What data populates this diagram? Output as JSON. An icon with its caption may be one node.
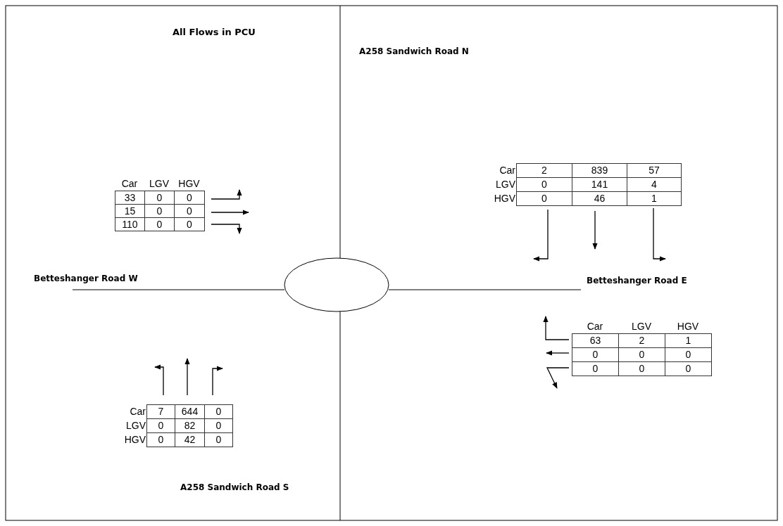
{
  "diagram": {
    "title": "All Flows in PCU",
    "nodes": [
      {
        "text": [],
        "shape": "circle"
      }
    ],
    "labels": [
      "A258 Sandwich Road N",
      "Car",
      "LGV",
      "HGV",
      "33",
      "0",
      "0",
      "15",
      "0",
      "0",
      "110",
      "0",
      "0",
      "Car",
      "2",
      "839",
      "57",
      "LGV",
      "0",
      "141",
      "4",
      "HGV",
      "0",
      "46",
      "1",
      "Betteshanger Road W",
      "Betteshanger Road E",
      "Car",
      "LGV",
      "HGV",
      "63",
      "2",
      "1",
      "0",
      "0",
      "0",
      "0",
      "0",
      "0",
      "Car",
      "7",
      "644",
      "0",
      "LGV",
      "0",
      "82",
      "0",
      "HGV",
      "0",
      "42",
      "0",
      "A258 Sandwich Road S"
    ]
  }
}
